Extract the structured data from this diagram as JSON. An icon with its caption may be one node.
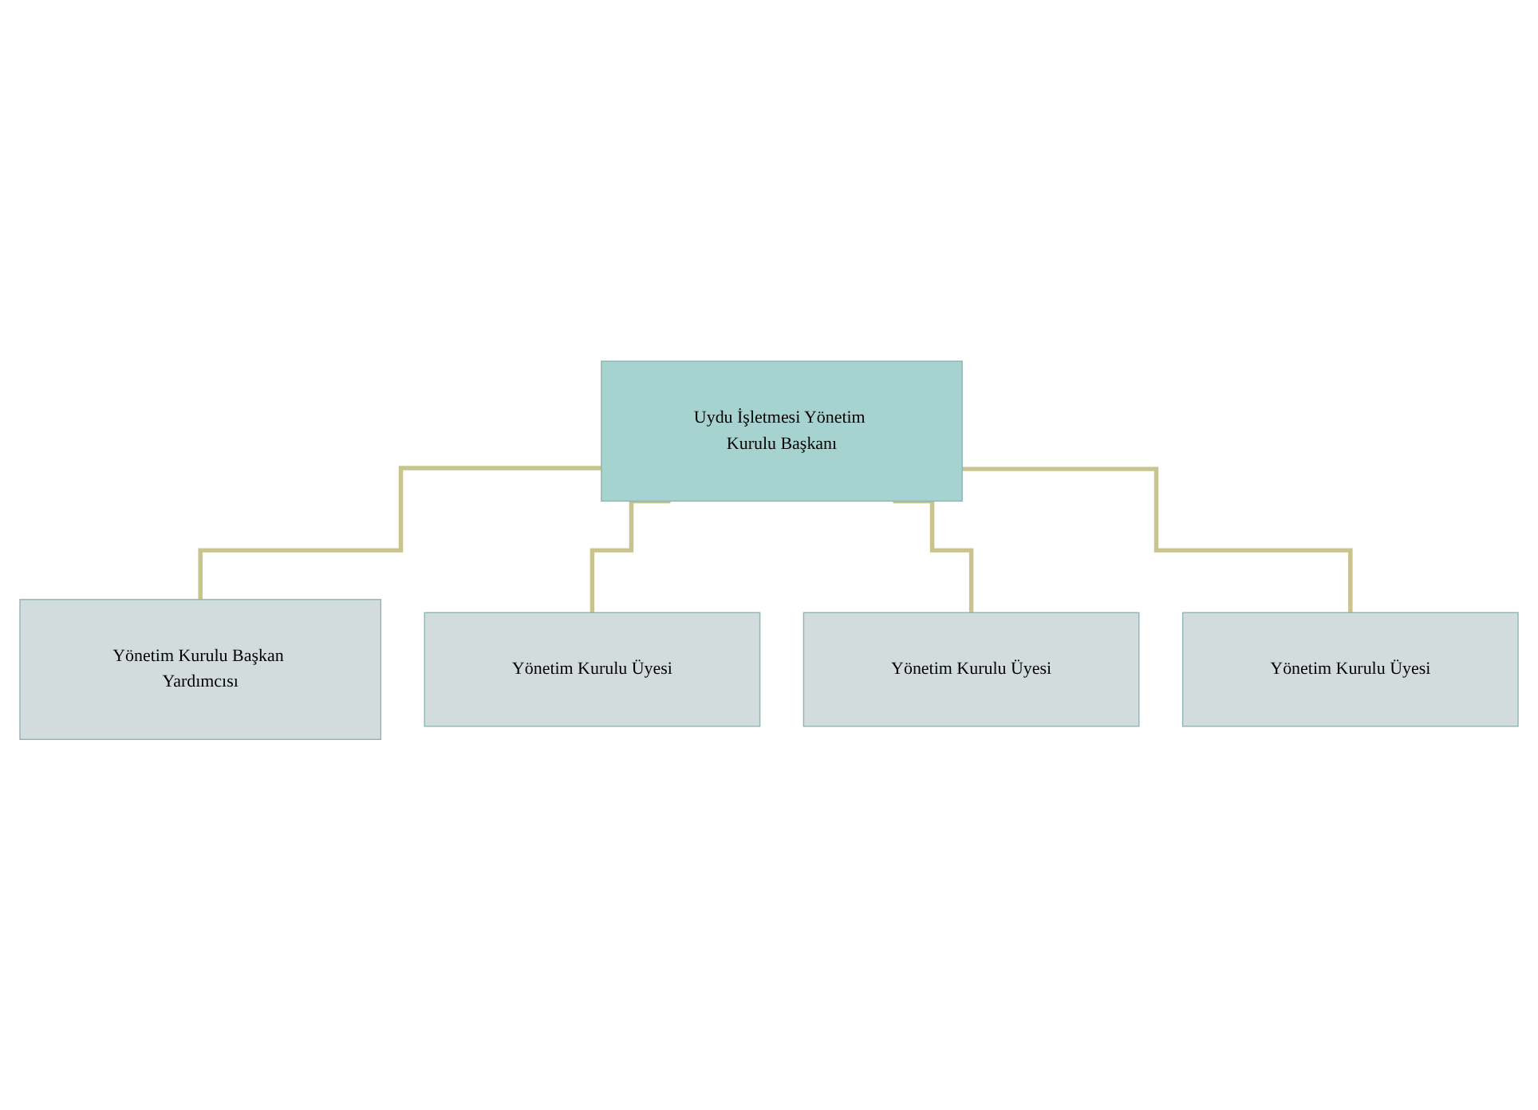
{
  "diagram": {
    "nodes": [
      {
        "text": [
          "Uydu İşletmesi Yönetim Kurulu Başkanı"
        ]
      },
      {
        "text": [
          "Yönetim Kurulu Başkan Yardımcısı"
        ]
      },
      {
        "text": [
          "Yönetim Kurulu Üyesi"
        ]
      },
      {
        "text": [
          "Yönetim Kurulu Üyesi"
        ]
      },
      {
        "text": [
          "Yönetim Kurulu Üyesi"
        ]
      }
    ],
    "edges": [
      {
        "from": 0,
        "to": 1,
        "arrow": "none"
      },
      {
        "from": 0,
        "to": 2,
        "arrow": "none"
      },
      {
        "from": 0,
        "to": 3,
        "arrow": "none"
      },
      {
        "from": 0,
        "to": 4,
        "arrow": "none"
      }
    ]
  }
}
